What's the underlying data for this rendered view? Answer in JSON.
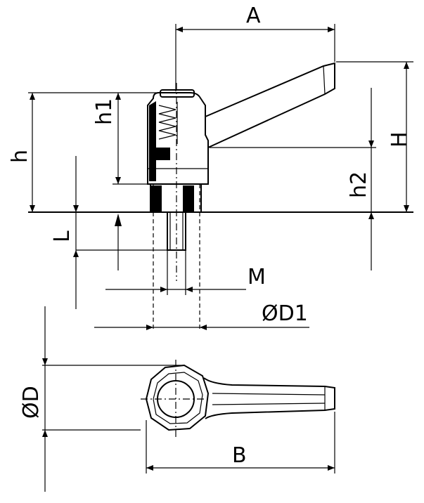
{
  "labels": {
    "A": "A",
    "H": "H",
    "h": "h",
    "h1": "h1",
    "h2": "h2",
    "L": "L",
    "M": "M",
    "D1": "ØD1",
    "D": "ØD",
    "B": "B"
  }
}
